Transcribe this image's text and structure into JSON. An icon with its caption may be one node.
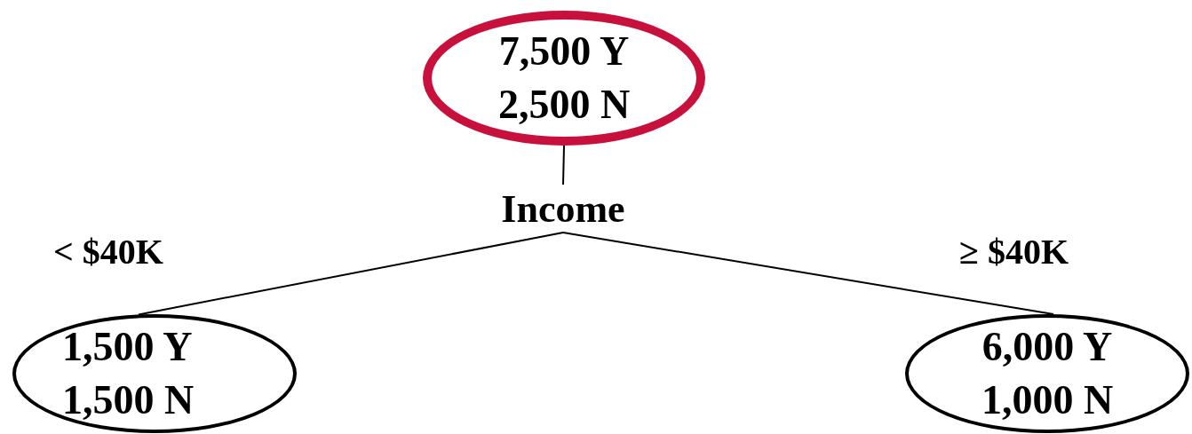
{
  "diagram": {
    "nodes": [
      {
        "text": [
          "7,500 Y",
          "2,500 N"
        ]
      },
      {
        "text": [
          "Income"
        ]
      },
      {
        "text": [
          "1,500 Y",
          "1,500 N"
        ]
      },
      {
        "text": [
          "6,000 Y",
          "1,000 N"
        ]
      }
    ],
    "edges": [
      {
        "from": 0,
        "to": 1,
        "arrow": "none"
      },
      {
        "from": 1,
        "to": 2,
        "arrow": "none",
        "label": "< $40K"
      },
      {
        "from": 1,
        "to": 3,
        "arrow": "none",
        "label": "≥ $40K"
      }
    ]
  }
}
